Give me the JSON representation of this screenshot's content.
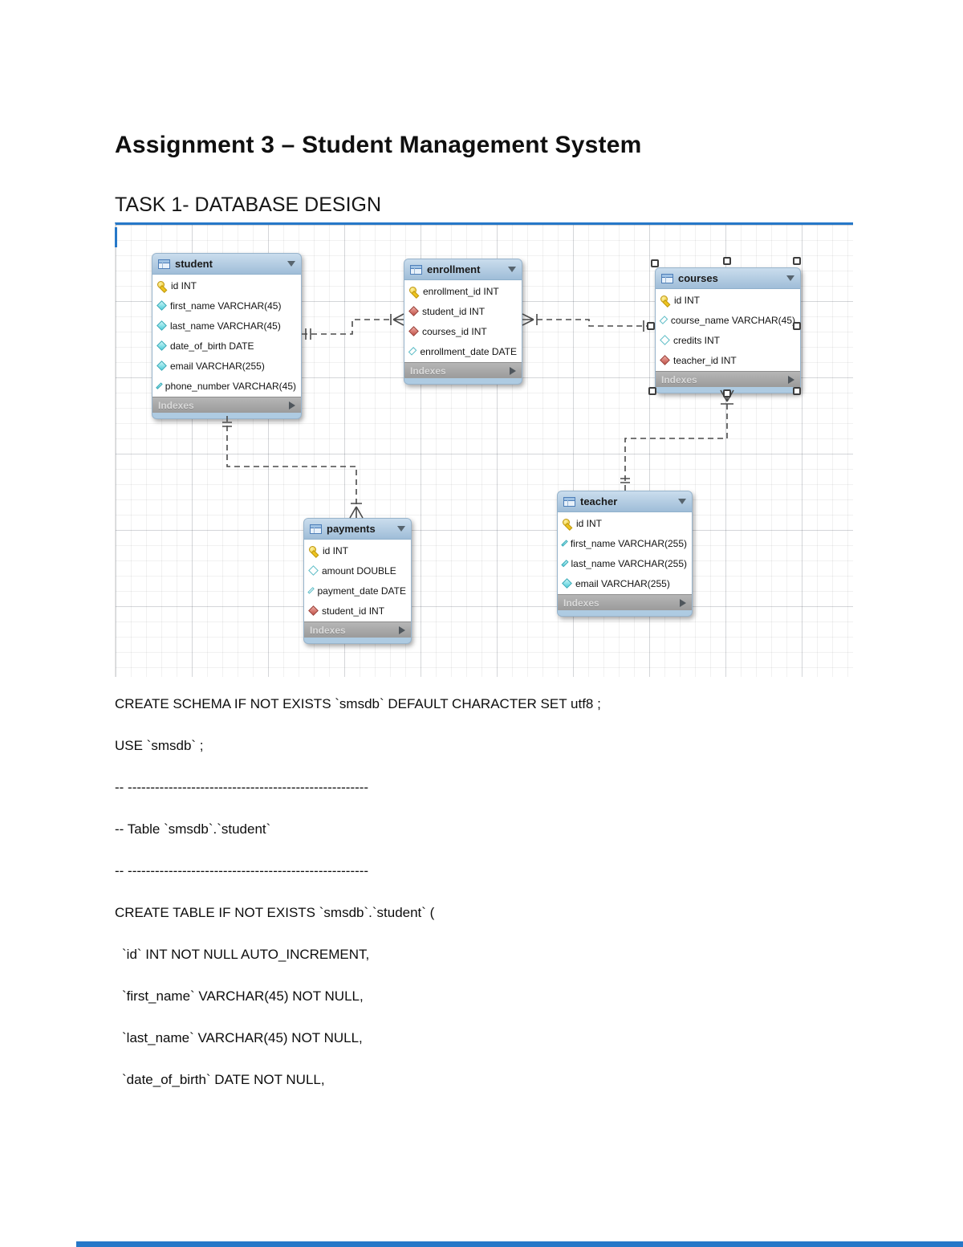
{
  "page": {
    "title": "Assignment 3 – Student Management System",
    "subtitle": "TASK 1- DATABASE DESIGN"
  },
  "colors": {
    "accent_blue": "#2678c8",
    "table_header_blue": "#aecbe2",
    "indexes_bar_gray": "#a5a5a5",
    "pk_yellow": "#eec41e",
    "fk_red": "#c2534a",
    "attribute_cyan": "#52cedb"
  },
  "diagram": {
    "tables": [
      {
        "name": "student",
        "footer": "Indexes",
        "fields": [
          {
            "icon": "key-icon",
            "text": "id INT"
          },
          {
            "icon": "diamond-filled-icon",
            "text": "first_name VARCHAR(45)"
          },
          {
            "icon": "diamond-filled-icon",
            "text": "last_name VARCHAR(45)"
          },
          {
            "icon": "diamond-filled-icon",
            "text": "date_of_birth DATE"
          },
          {
            "icon": "diamond-filled-icon",
            "text": "email VARCHAR(255)"
          },
          {
            "icon": "diamond-filled-icon",
            "text": "phone_number VARCHAR(45)"
          }
        ]
      },
      {
        "name": "enrollment",
        "footer": "Indexes",
        "fields": [
          {
            "icon": "key-icon",
            "text": "enrollment_id INT"
          },
          {
            "icon": "diamond-fk-icon",
            "text": "student_id INT"
          },
          {
            "icon": "diamond-fk-icon",
            "text": "courses_id INT"
          },
          {
            "icon": "diamond-hollow-icon",
            "text": "enrollment_date DATE"
          }
        ]
      },
      {
        "name": "courses",
        "footer": "Indexes",
        "fields": [
          {
            "icon": "key-icon",
            "text": "id INT"
          },
          {
            "icon": "diamond-hollow-icon",
            "text": "course_name VARCHAR(45)"
          },
          {
            "icon": "diamond-hollow-icon",
            "text": "credits INT"
          },
          {
            "icon": "diamond-fk-icon",
            "text": "teacher_id INT"
          }
        ]
      },
      {
        "name": "payments",
        "footer": "Indexes",
        "fields": [
          {
            "icon": "key-icon",
            "text": "id INT"
          },
          {
            "icon": "diamond-hollow-icon",
            "text": "amount DOUBLE"
          },
          {
            "icon": "diamond-hollow-icon",
            "text": "payment_date DATE"
          },
          {
            "icon": "diamond-fk-icon",
            "text": "student_id INT"
          }
        ]
      },
      {
        "name": "teacher",
        "footer": "Indexes",
        "fields": [
          {
            "icon": "key-icon",
            "text": "id INT"
          },
          {
            "icon": "diamond-filled-icon",
            "text": "first_name VARCHAR(255)"
          },
          {
            "icon": "diamond-filled-icon",
            "text": "last_name VARCHAR(255)"
          },
          {
            "icon": "diamond-filled-icon",
            "text": "email VARCHAR(255)"
          }
        ]
      }
    ]
  },
  "sql": {
    "lines": [
      "CREATE SCHEMA IF NOT EXISTS `smsdb` DEFAULT CHARACTER SET utf8 ;",
      "USE `smsdb` ;",
      "-- -----------------------------------------------------",
      "-- Table `smsdb`.`student`",
      "-- -----------------------------------------------------",
      "CREATE TABLE IF NOT EXISTS `smsdb`.`student` (",
      "`id` INT NOT NULL AUTO_INCREMENT,",
      "`first_name` VARCHAR(45) NOT NULL,",
      "`last_name` VARCHAR(45) NOT NULL,",
      "`date_of_birth` DATE NOT NULL,"
    ]
  }
}
